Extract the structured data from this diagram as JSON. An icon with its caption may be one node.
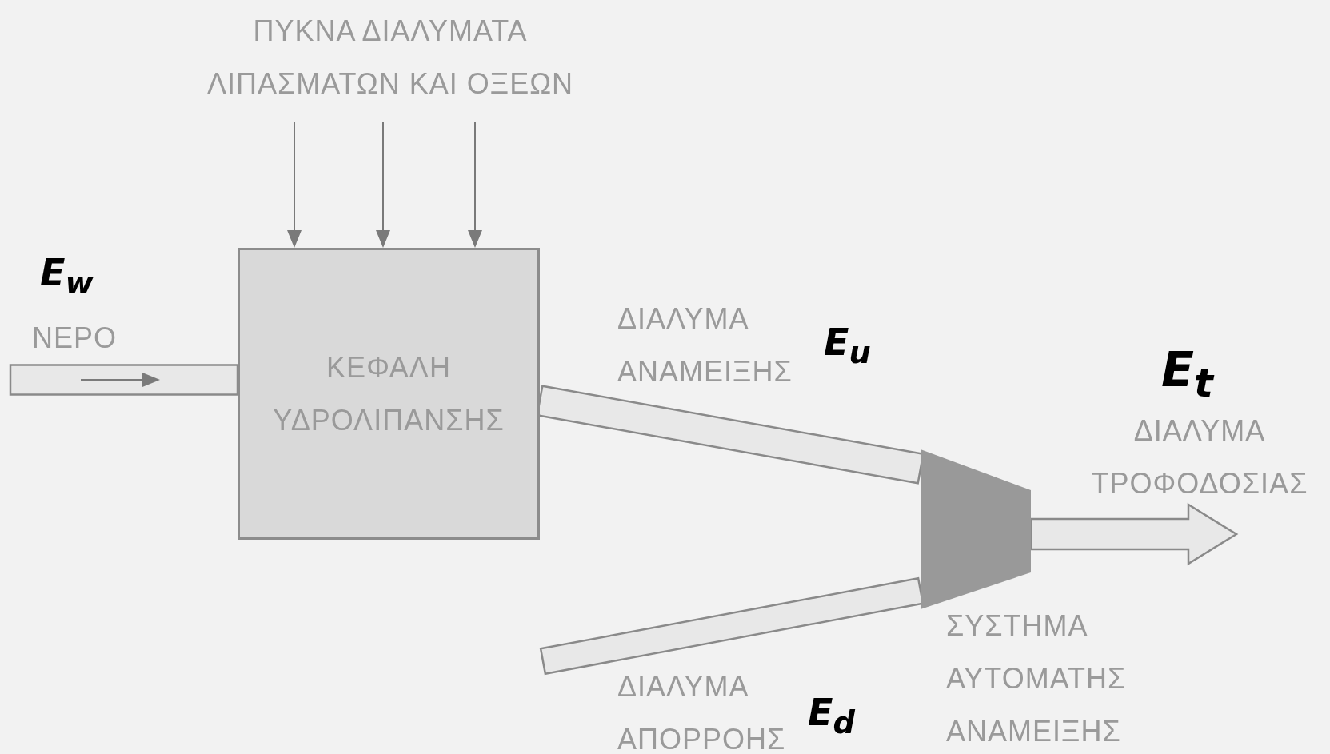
{
  "diagram": {
    "nodes": [
      {
        "text": [
          "ΠΥΚΝΑ ΔΙΑΛΥΜΑΤΑ ΛΙΠΑΣΜΑΤΩΝ ΚΑΙ ΟΞΕΩΝ"
        ]
      },
      {
        "text": [
          "ΚΕΦΑΛΗ ΥΔΡΟΛΙΠΑΝΣΗΣ"
        ]
      },
      {
        "text": [
          "ΣΥΣΤΗΜΑ ΑΥΤΟΜΑΤΗΣ ΑΝΑΜΕΙΞΗΣ"
        ]
      }
    ],
    "edges": [
      {
        "from": 0,
        "to": 1,
        "arrow": "to"
      },
      {
        "from": 0,
        "to": 1,
        "arrow": "to"
      },
      {
        "from": 0,
        "to": 1,
        "arrow": "to"
      },
      {
        "from": null,
        "to": 1,
        "arrow": "none",
        "label": "ΝΕΡΟ",
        "style": "thick"
      },
      {
        "from": 1,
        "to": 2,
        "arrow": "none",
        "label": "ΔΙΑΛΥΜΑ ΑΝΑΜΕΙΞΗΣ",
        "style": "thick"
      },
      {
        "from": null,
        "to": 2,
        "arrow": "none",
        "label": "ΔΙΑΛΥΜΑ ΑΠΟΡΡΟΗΣ",
        "style": "thick"
      },
      {
        "from": 2,
        "to": null,
        "arrow": "to",
        "label": "ΔΙΑΛΥΜΑ ΤΡΟΦΟΔΟΣΙΑΣ",
        "style": "thick"
      }
    ],
    "labels": [
      "E$_{w}$",
      "E$_{u}$",
      "E$_{t}$",
      "E$_{d}$"
    ]
  }
}
